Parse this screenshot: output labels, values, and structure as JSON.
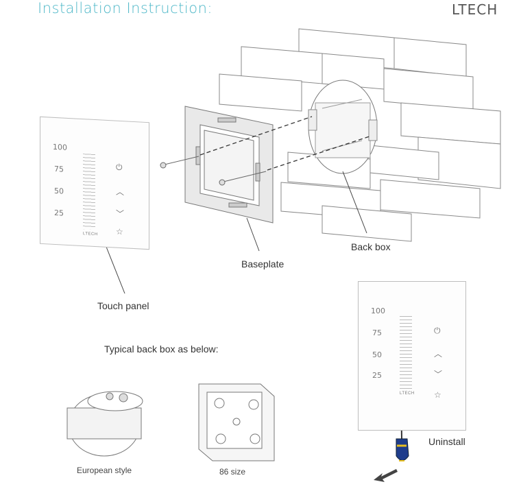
{
  "header": {
    "title": "Installation Instruction:",
    "brand": "LTECH"
  },
  "labels": {
    "touch_panel": "Touch panel",
    "baseplate": "Baseplate",
    "back_box": "Back box",
    "typical": "Typical back box as below:",
    "european": "European style",
    "size86": "86 size",
    "uninstall": "Uninstall"
  },
  "panel": {
    "levels": [
      "100",
      "75",
      "50",
      "25"
    ],
    "brand": "LTECH",
    "icons": [
      "power-icon",
      "up-icon",
      "down-icon",
      "star-icon"
    ]
  }
}
